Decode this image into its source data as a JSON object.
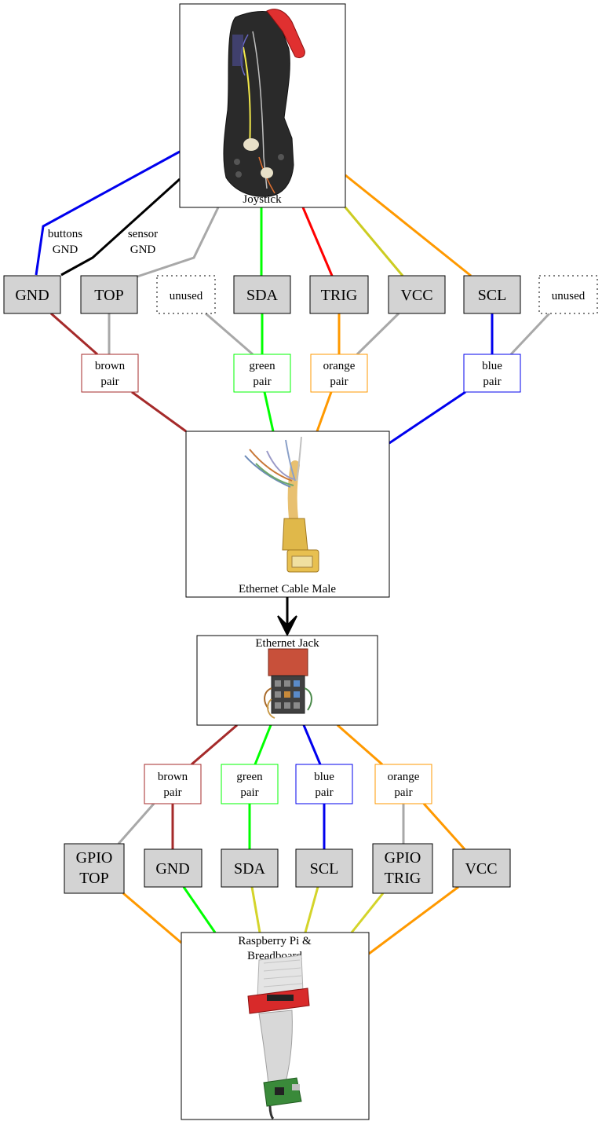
{
  "joystick": {
    "label": "Joystick"
  },
  "edge_labels": {
    "buttons": [
      "buttons",
      "GND"
    ],
    "sensor": [
      "sensor",
      "GND"
    ]
  },
  "top_pins": {
    "gnd": "GND",
    "top": "TOP",
    "unused1": "unused",
    "sda": "SDA",
    "trig": "TRIG",
    "vcc": "VCC",
    "scl": "SCL",
    "unused2": "unused"
  },
  "top_pairs": {
    "brown": [
      "brown",
      "pair"
    ],
    "green": [
      "green",
      "pair"
    ],
    "orange": [
      "orange",
      "pair"
    ],
    "blue": [
      "blue",
      "pair"
    ]
  },
  "ethernet_male": {
    "label": "Ethernet Cable Male"
  },
  "ethernet_jack": {
    "label": "Ethernet Jack"
  },
  "bottom_pairs": {
    "brown": [
      "brown",
      "pair"
    ],
    "green": [
      "green",
      "pair"
    ],
    "blue": [
      "blue",
      "pair"
    ],
    "orange": [
      "orange",
      "pair"
    ]
  },
  "bottom_pins": {
    "gpio_top": [
      "GPIO",
      "TOP"
    ],
    "gnd": "GND",
    "sda": "SDA",
    "scl": "SCL",
    "gpio_trig": [
      "GPIO",
      "TRIG"
    ],
    "vcc": "VCC"
  },
  "raspberry": {
    "label": [
      "Raspberry Pi &",
      "Breadboard"
    ]
  },
  "colors": {
    "brown": "#a52a2a",
    "green": "#00ff00",
    "orange": "#ff9900",
    "blue": "#0000ee",
    "gray": "#a8a8a8",
    "red": "#ff0000",
    "yellow": "#d4d42a",
    "yellow_green": "#cccc22",
    "black": "#000000",
    "box_fill": "#d3d3d3"
  }
}
